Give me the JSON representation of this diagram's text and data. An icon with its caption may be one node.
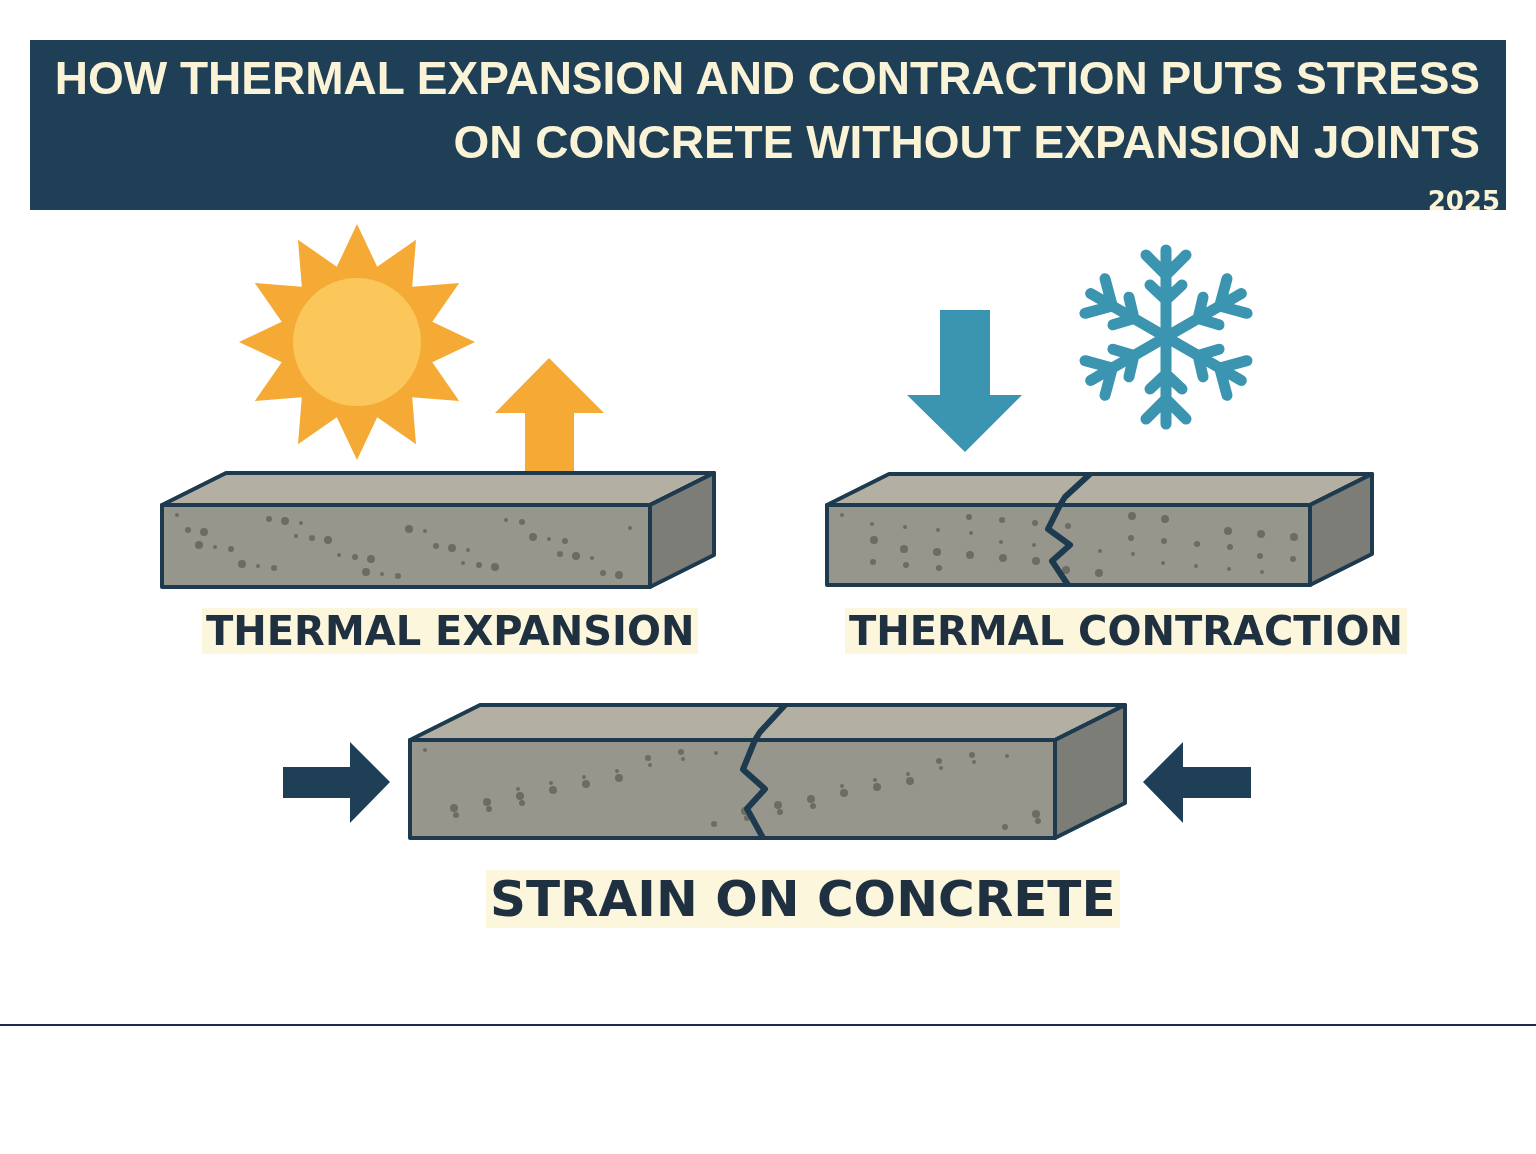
{
  "diagram": {
    "title": "HOW THERMAL EXPANSION AND CONTRACTION PUTS STRESS ON CONCRETE WITHOUT EXPANSION JOINTS",
    "labels": [
      "2025",
      "THERMAL EXPANSION",
      "THERMAL CONTRACTION",
      "STRAIN ON CONCRETE"
    ]
  }
}
